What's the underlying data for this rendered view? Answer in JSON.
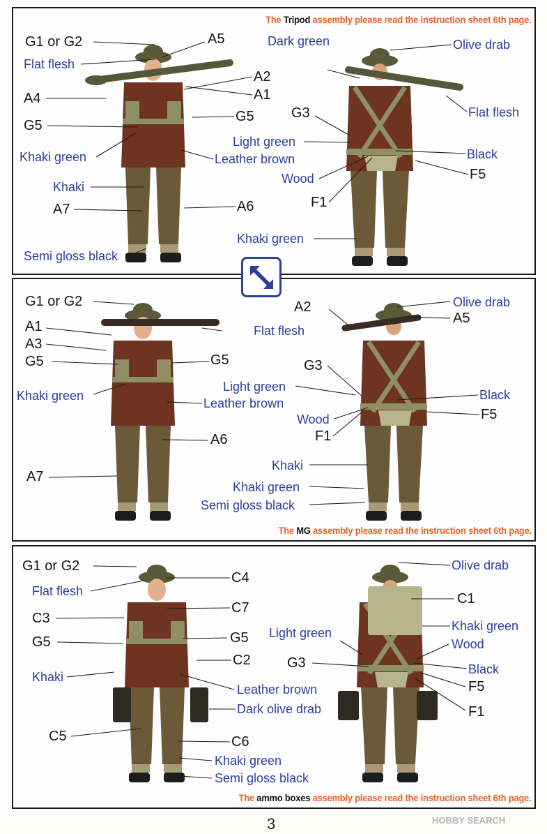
{
  "panels": [
    {
      "note": {
        "pre": "The ",
        "item": "Tripod",
        "post": " assembly please read the instruction sheet 6th page."
      },
      "front": [
        "G1 or G2",
        "A5",
        "Flat flesh",
        "A2",
        "A1",
        "A4",
        "G5",
        "G5",
        "Khaki green",
        "Leather brown",
        "Khaki",
        "A7",
        "A6",
        "Semi gloss black"
      ],
      "back": [
        "Dark green",
        "Olive drab",
        "Flat flesh",
        "G3",
        "Light green",
        "Black",
        "Wood",
        "F5",
        "F1",
        "Khaki green"
      ]
    },
    {
      "note": {
        "pre": "The ",
        "item": "MG",
        "post": " assembly please read the instruction sheet 6th page."
      },
      "front": [
        "G1 or G2",
        "A1",
        "Flat flesh",
        "A3",
        "G5",
        "G5",
        "Khaki green",
        "Leather brown",
        "A6",
        "A7"
      ],
      "back": [
        "A2",
        "Olive drab",
        "A5",
        "G3",
        "Light green",
        "Black",
        "Wood",
        "F5",
        "F1",
        "Khaki",
        "Khaki green",
        "Semi gloss black"
      ]
    },
    {
      "note": {
        "pre": "The ",
        "item": "ammo boxes",
        "post": " assembly please read the instruction sheet 6th page."
      },
      "front": [
        "G1 or G2",
        "Flat flesh",
        "C4",
        "C7",
        "C3",
        "G5",
        "G5",
        "C2",
        "Khaki",
        "Leather brown",
        "Dark olive drab",
        "C5",
        "C6",
        "Khaki green",
        "Semi gloss black"
      ],
      "back": [
        "Olive drab",
        "C1",
        "Khaki green",
        "Light green",
        "Wood",
        "G3",
        "Black",
        "F5",
        "F1"
      ]
    }
  ],
  "page_number": "3",
  "watermark": {
    "brand": "HOBBY",
    "suffix": "SEARCH"
  },
  "colors": {
    "blue": "#2b3f9c",
    "orange": "#e8622a",
    "figure_jacket": "#6e3421",
    "figure_trousers": "#6b5a3a",
    "webbing": "#8e8f62",
    "helmet": "#5a5a3a"
  }
}
